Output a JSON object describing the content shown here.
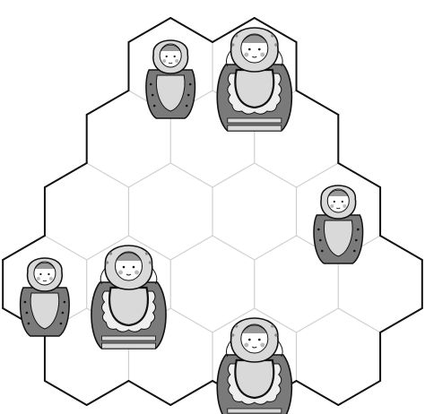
{
  "puzzle": {
    "kind": "hexagonal-grid-nesting-dolls",
    "rows": [
      {
        "row": 1,
        "cells": [
          {
            "piece": "small-doll"
          },
          {
            "piece": "large-doll"
          }
        ]
      },
      {
        "row": 2,
        "cells": [
          {
            "piece": null
          },
          {
            "piece": null
          },
          {
            "piece": null
          }
        ]
      },
      {
        "row": 3,
        "cells": [
          {
            "piece": null
          },
          {
            "piece": null
          },
          {
            "piece": null
          },
          {
            "piece": "small-doll"
          }
        ]
      },
      {
        "row": 4,
        "cells": [
          {
            "piece": "small-doll"
          },
          {
            "piece": "large-doll"
          },
          {
            "piece": null
          },
          {
            "piece": null
          },
          {
            "piece": null
          }
        ]
      },
      {
        "row": 5,
        "cells": [
          {
            "piece": null
          },
          {
            "piece": null
          },
          {
            "piece": "large-doll"
          },
          {
            "piece": null
          }
        ]
      }
    ],
    "piece_counts": {
      "small-doll": 3,
      "large-doll": 3
    },
    "colors": {
      "grid_inner": "#cfcfcf",
      "outline": "#111111",
      "doll_body": "#7a7a7a",
      "doll_light": "#d9d9d9",
      "face": "#ffffff"
    }
  }
}
